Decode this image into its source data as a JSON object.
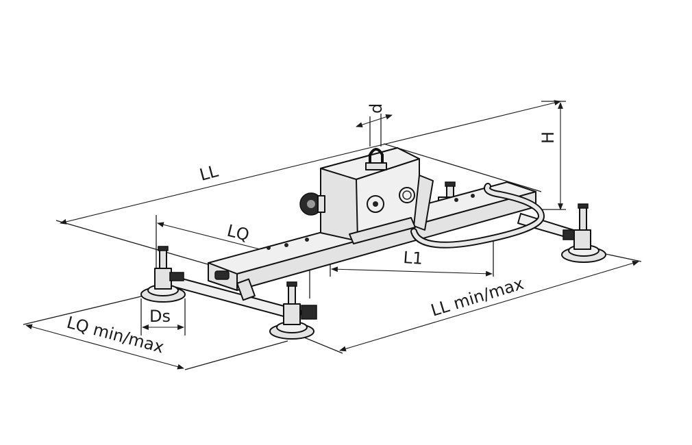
{
  "diagram": {
    "labels": {
      "d": "d",
      "h": "H",
      "ll": "LL",
      "lq": "LQ",
      "l1": "L1",
      "ll_minmax": "LL min/max",
      "lq_minmax": "LQ min/max",
      "ds": "Ds"
    }
  }
}
